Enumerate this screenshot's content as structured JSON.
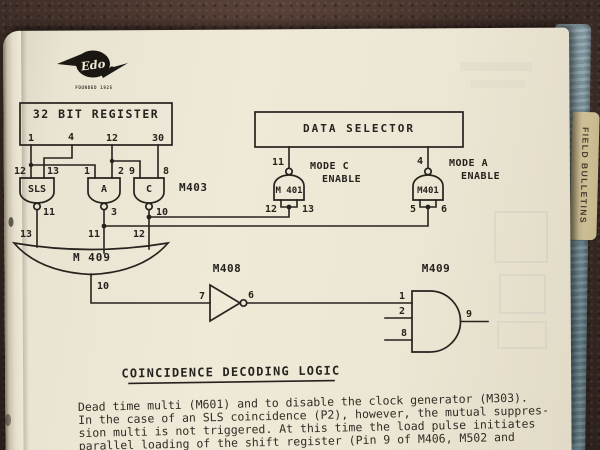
{
  "colors": {
    "paper": "#ece6d4",
    "ink": "#26221d",
    "wood": "#3a2b26",
    "cover_blue": "#7f9aa4",
    "tab_tan": "#cdbd94"
  },
  "logo": {
    "script": "Edo",
    "subtext": "FOUNDED 1925"
  },
  "side_tab": {
    "label": "FIELD BULLETINS"
  },
  "diagram": {
    "title": "COINCIDENCE DECODING LOGIC",
    "register": {
      "label": "32 BIT REGISTER",
      "pins": [
        "1",
        "4",
        "12",
        "30"
      ]
    },
    "data_selector": {
      "label": "DATA SELECTOR"
    },
    "m403_label": "M403",
    "sls_gate": {
      "label": "SLS",
      "in1": "12",
      "in2": "13",
      "out": "11",
      "or_in": "13"
    },
    "a_gate": {
      "label": "A",
      "in1": "1",
      "in2": "2",
      "out": "3",
      "or_in": "11"
    },
    "c_gate": {
      "label": "C",
      "in1": "9",
      "in2": "8",
      "out": "10",
      "or_in": "12"
    },
    "mode_c": {
      "chip": "M 401",
      "out": "11",
      "caption1": "MODE C",
      "caption2": "ENABLE",
      "in1": "12",
      "in2": "13"
    },
    "mode_a": {
      "chip": "M401",
      "out": "4",
      "caption1": "MODE A",
      "caption2": "ENABLE",
      "in1": "5",
      "in2": "6"
    },
    "or_gate": {
      "chip": "M 409",
      "out": "10"
    },
    "inverter": {
      "chip": "M408",
      "in": "7",
      "out": "6"
    },
    "and_gate": {
      "chip": "M409",
      "in1": "1",
      "in2": "2",
      "in3": "8",
      "out": "9"
    }
  },
  "body_text": {
    "line1": "Dead time multi (M601) and to disable the clock generator (M303).",
    "line2": "In the case of an SLS coincidence (P2), however, the mutual suppres-",
    "line3": "sion multi is not triggered.  At this time the load pulse initiates",
    "line4": "parallel loading of the shift register (Pin 9 of M406, M502 and"
  }
}
